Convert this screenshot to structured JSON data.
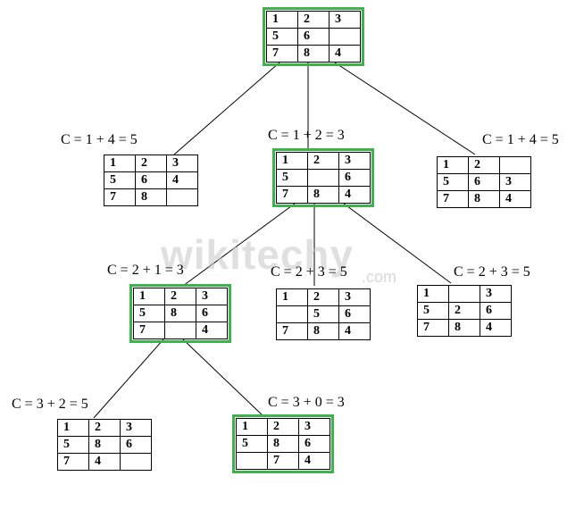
{
  "watermark": {
    "brand": "wikitechy",
    "suffix": ".com"
  },
  "colors": {
    "highlight": "#3cb44b",
    "lines": "#000000",
    "watermark": "#c8c8c8"
  },
  "nodes": [
    {
      "id": "root",
      "cost": "",
      "highlighted": true,
      "grid": [
        [
          "1",
          "2",
          "3"
        ],
        [
          "5",
          "6",
          ""
        ],
        [
          "7",
          "8",
          "4"
        ]
      ]
    },
    {
      "id": "level1-left",
      "cost": "C = 1 + 4 = 5",
      "highlighted": false,
      "grid": [
        [
          "1",
          "2",
          "3"
        ],
        [
          "5",
          "6",
          "4"
        ],
        [
          "7",
          "8",
          ""
        ]
      ]
    },
    {
      "id": "level1-middle",
      "cost": "C = 1 + 2 = 3",
      "highlighted": true,
      "grid": [
        [
          "1",
          "2",
          "3"
        ],
        [
          "5",
          "",
          "6"
        ],
        [
          "7",
          "8",
          "4"
        ]
      ]
    },
    {
      "id": "level1-right",
      "cost": "C = 1 + 4 = 5",
      "highlighted": false,
      "grid": [
        [
          "1",
          "2",
          ""
        ],
        [
          "5",
          "6",
          "3"
        ],
        [
          "7",
          "8",
          "4"
        ]
      ]
    },
    {
      "id": "level2-left",
      "cost": "C = 2 + 1 = 3",
      "highlighted": true,
      "grid": [
        [
          "1",
          "2",
          "3"
        ],
        [
          "5",
          "8",
          "6"
        ],
        [
          "7",
          "",
          "4"
        ]
      ]
    },
    {
      "id": "level2-middle",
      "cost": "C = 2 + 3 = 5",
      "highlighted": false,
      "grid": [
        [
          "1",
          "2",
          "3"
        ],
        [
          "",
          "5",
          "6"
        ],
        [
          "7",
          "8",
          "4"
        ]
      ]
    },
    {
      "id": "level2-right",
      "cost": "C = 2 + 3 = 5",
      "highlighted": false,
      "grid": [
        [
          "1",
          "",
          "3"
        ],
        [
          "5",
          "2",
          "6"
        ],
        [
          "7",
          "8",
          "4"
        ]
      ]
    },
    {
      "id": "level3-left",
      "cost": "C = 3 + 2 = 5",
      "highlighted": false,
      "grid": [
        [
          "1",
          "2",
          "3"
        ],
        [
          "5",
          "8",
          "6"
        ],
        [
          "7",
          "4",
          ""
        ]
      ]
    },
    {
      "id": "level3-right",
      "cost": "C = 3 + 0 = 3",
      "highlighted": true,
      "grid": [
        [
          "1",
          "2",
          "3"
        ],
        [
          "5",
          "8",
          "6"
        ],
        [
          "",
          "7",
          "4"
        ]
      ]
    }
  ]
}
